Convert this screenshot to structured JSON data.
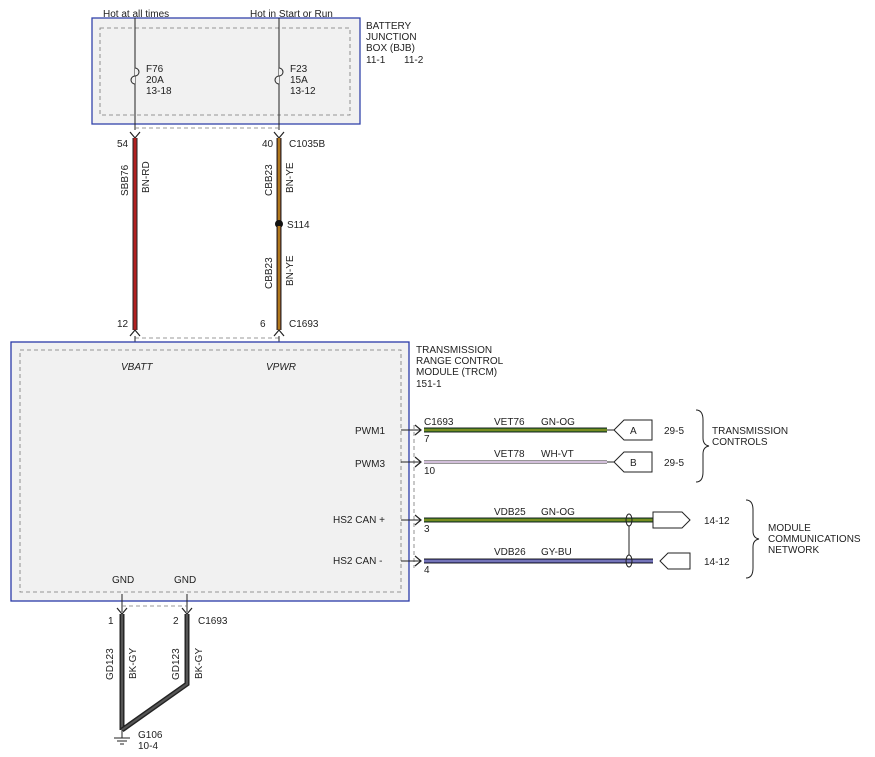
{
  "top_labels": {
    "left": "Hot at all times",
    "right": "Hot in Start or Run"
  },
  "bjb": {
    "title_lines": [
      "BATTERY",
      "JUNCTION",
      "BOX (BJB)"
    ],
    "ref_a": "11-1",
    "ref_b": "11-2"
  },
  "fuses": [
    {
      "id": "F76",
      "rating": "20A",
      "ref": "13-18"
    },
    {
      "id": "F23",
      "rating": "15A",
      "ref": "13-12"
    }
  ],
  "upper_connector": {
    "pin_left": "54",
    "pin_right": "40",
    "name": "C1035B"
  },
  "wires_left": {
    "circuit": "SBB76",
    "color": "BN-RD",
    "wire_color": "#b02020"
  },
  "wires_right_top": {
    "circuit": "CBB23",
    "color": "BN-YE",
    "wire_color": "#8a4a1a",
    "stripe": "#e0b020"
  },
  "splice": {
    "name": "S114"
  },
  "wires_right_bottom": {
    "circuit": "CBB23",
    "color": "BN-YE"
  },
  "lower_connector": {
    "pin_left": "12",
    "pin_right": "6",
    "name": "C1693"
  },
  "trcm": {
    "title_lines": [
      "TRANSMISSION",
      "RANGE CONTROL",
      "MODULE (TRCM)"
    ],
    "ref": "151-1",
    "vbatt": "VBATT",
    "vpwr": "VPWR",
    "gnd1": "GND",
    "gnd2": "GND",
    "border_color": "#2a3aa8"
  },
  "signals": [
    {
      "pin_label": "PWM1",
      "connector": "C1693",
      "pin": "7",
      "circuit": "VET76",
      "color": "GN-OG",
      "wire_color": "#3a8a20",
      "arrow": "A",
      "ref": "29-5"
    },
    {
      "pin_label": "PWM3",
      "connector": "",
      "pin": "10",
      "circuit": "VET78",
      "color": "WH-VT",
      "wire_color": "#c8b8c8",
      "arrow": "B",
      "ref": "29-5"
    },
    {
      "pin_label": "HS2 CAN +",
      "connector": "",
      "pin": "3",
      "circuit": "VDB25",
      "color": "GN-OG",
      "wire_color": "#3a8a20",
      "arrow": "",
      "ref": "14-12"
    },
    {
      "pin_label": "HS2 CAN -",
      "connector": "",
      "pin": "4",
      "circuit": "VDB26",
      "color": "GY-BU",
      "wire_color": "#5050b0",
      "arrow": "",
      "ref": "14-12"
    }
  ],
  "groups": [
    {
      "lines": [
        "TRANSMISSION",
        "CONTROLS"
      ]
    },
    {
      "lines": [
        "MODULE",
        "COMMUNICATIONS",
        "NETWORK"
      ]
    }
  ],
  "ground_connector": {
    "pin_left": "1",
    "pin_right": "2",
    "name": "C1693"
  },
  "ground_wires": [
    {
      "circuit": "GD123",
      "color": "BK-GY"
    },
    {
      "circuit": "GD123",
      "color": "BK-GY"
    }
  ],
  "ground": {
    "name": "G106",
    "ref": "10-4"
  }
}
